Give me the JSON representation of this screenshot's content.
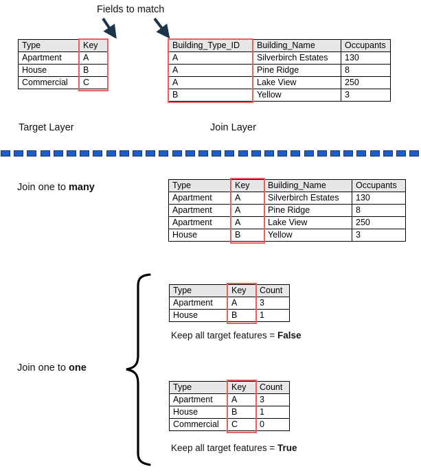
{
  "diagram": {
    "title_note": "Fields to match",
    "target_layer_label": "Target Layer",
    "join_layer_label": "Join Layer",
    "join_one_to_many_label_prefix": "Join one to ",
    "join_one_to_many_label_emphasis": "many",
    "join_one_to_one_label_prefix": "Join one to ",
    "join_one_to_one_label_emphasis": "one",
    "keep_false_prefix": "Keep all target features = ",
    "keep_false_emphasis": "False",
    "keep_true_prefix": "Keep all target features = ",
    "keep_true_emphasis": "True"
  },
  "colors": {
    "highlight": "#e8605a",
    "header_bg": "#e7e7e7",
    "divider_fill": "#1f5fc4",
    "divider_stroke": "#12357a",
    "arrow": "#1f3349",
    "text": "#111111"
  },
  "target_table": {
    "name": "target-layer-table",
    "headers": [
      "Type",
      "Key"
    ],
    "rows": [
      [
        "Apartment",
        "A"
      ],
      [
        "House",
        "B"
      ],
      [
        "Commercial",
        "C"
      ]
    ],
    "highlight_column": "Key"
  },
  "join_table": {
    "name": "join-layer-table",
    "headers": [
      "Building_Type_ID",
      "Building_Name",
      "Occupants"
    ],
    "rows": [
      [
        "A",
        "Silverbirch Estates",
        "130"
      ],
      [
        "A",
        "Pine Ridge",
        "8"
      ],
      [
        "A",
        "Lake View",
        "250"
      ],
      [
        "B",
        "Yellow",
        "3"
      ]
    ],
    "highlight_column": "Building_Type_ID"
  },
  "one_to_many_table": {
    "name": "join-one-to-many-result-table",
    "headers": [
      "Type",
      "Key",
      "Building_Name",
      "Occupants"
    ],
    "rows": [
      [
        "Apartment",
        "A",
        "Silverbirch Estates",
        "130"
      ],
      [
        "Apartment",
        "A",
        "Pine Ridge",
        "8"
      ],
      [
        "Apartment",
        "A",
        "Lake View",
        "250"
      ],
      [
        "House",
        "B",
        "Yellow",
        "3"
      ]
    ],
    "highlight_column": "Key"
  },
  "one_to_one_false_table": {
    "name": "join-one-to-one-keep-false-table",
    "headers": [
      "Type",
      "Key",
      "Count"
    ],
    "rows": [
      [
        "Apartment",
        "A",
        "3"
      ],
      [
        "House",
        "B",
        "1"
      ]
    ],
    "highlight_column": "Key"
  },
  "one_to_one_true_table": {
    "name": "join-one-to-one-keep-true-table",
    "headers": [
      "Type",
      "Key",
      "Count"
    ],
    "rows": [
      [
        "Apartment",
        "A",
        "3"
      ],
      [
        "House",
        "B",
        "1"
      ],
      [
        "Commercial",
        "C",
        "0"
      ]
    ],
    "highlight_column": "Key"
  },
  "annotations": {
    "arrow_left_name": "arrow-to-target-key",
    "arrow_right_name": "arrow-to-join-key",
    "brace_name": "curly-brace-one-to-one",
    "divider_name": "section-divider"
  }
}
